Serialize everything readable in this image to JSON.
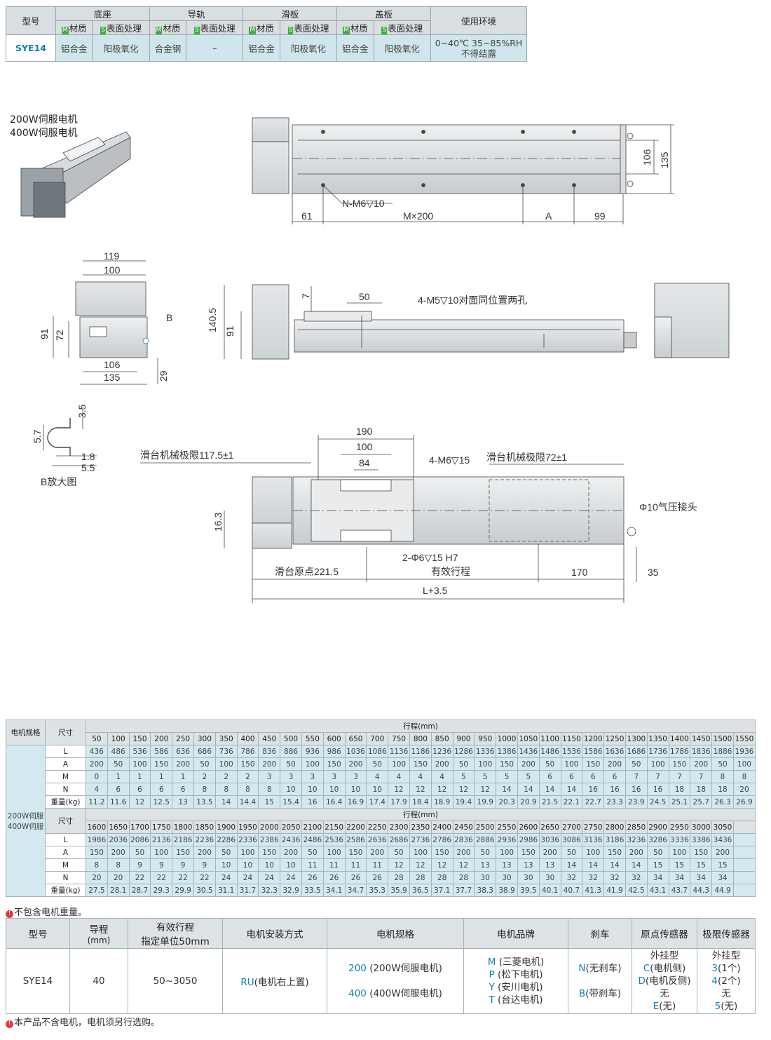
{
  "materials": {
    "headers": {
      "model": "型号",
      "base": "底座",
      "rail": "导轨",
      "slider": "滑板",
      "cover": "盖板",
      "env": "使用环境"
    },
    "sub": {
      "m_tag": "M",
      "m_label": "材质",
      "s_tag": "S",
      "s_label": "表面处理"
    },
    "row": {
      "model": "SYE14",
      "base_m": "铝合金",
      "base_s": "阳极氧化",
      "rail_m": "合金钢",
      "rail_s": "–",
      "slider_m": "铝合金",
      "slider_s": "阳极氧化",
      "cover_m": "铝合金",
      "cover_s": "阳极氧化",
      "env1": "0~40℃ 35~85%RH",
      "env2": "不得结露"
    }
  },
  "drawing": {
    "motor_label_1": "200W伺服电机",
    "motor_label_2": "400W伺服电机",
    "top": {
      "hole_label": "N-M6",
      "hole_depth": "10",
      "d61": "61",
      "dm": "M×200",
      "da": "A",
      "d99": "99",
      "d106": "106",
      "d135": "135"
    },
    "side": {
      "d119": "119",
      "d100": "100",
      "d91": "91",
      "d72": "72",
      "b": "B",
      "d106": "106",
      "d135": "135",
      "d29": "29",
      "d140": "140.5",
      "d91b": "91",
      "d7": "7",
      "d50": "50",
      "hole_note": "4-M5",
      "hole_note_depth": "10对面同位置两孔"
    },
    "detail": {
      "d35": "3.5",
      "d57": "5.7",
      "d18": "1.8",
      "d55": "5.5",
      "caption": "B放大图"
    },
    "bottom": {
      "d190": "190",
      "d100": "100",
      "d84": "84",
      "m6": "4-M6",
      "m6d": "15",
      "limit_left": "滑台机械极限117.5±1",
      "limit_right": "滑台机械极限72±1",
      "phi10": "Φ10气压接头",
      "d163": "16.3",
      "pin": "2-Φ6",
      "pin_d": "15 H7",
      "origin": "滑台原点221.5",
      "stroke": "有效行程",
      "d170": "170",
      "d35": "35",
      "total": "L+3.5"
    }
  },
  "spec_table": {
    "col_motor": "电机规格",
    "col_dim": "尺寸",
    "stroke_header": "行程(mm)",
    "motor_side": "200W伺服\n400W伺服",
    "blocks": [
      {
        "strokes": [
          "50",
          "100",
          "150",
          "200",
          "250",
          "300",
          "350",
          "400",
          "450",
          "500",
          "550",
          "600",
          "650",
          "700",
          "750",
          "800",
          "850",
          "900",
          "950",
          "1000",
          "1050",
          "1100",
          "1150",
          "1200",
          "1250",
          "1300",
          "1350",
          "1400",
          "1450",
          "1500",
          "1550"
        ],
        "rows": [
          {
            "label": "L",
            "values": [
              "436",
              "486",
              "536",
              "586",
              "636",
              "686",
              "736",
              "786",
              "836",
              "886",
              "936",
              "986",
              "1036",
              "1086",
              "1136",
              "1186",
              "1236",
              "1286",
              "1336",
              "1386",
              "1436",
              "1486",
              "1536",
              "1586",
              "1636",
              "1686",
              "1736",
              "1786",
              "1836",
              "1886",
              "1936"
            ]
          },
          {
            "label": "A",
            "values": [
              "200",
              "50",
              "100",
              "150",
              "200",
              "50",
              "100",
              "150",
              "200",
              "50",
              "100",
              "150",
              "200",
              "50",
              "100",
              "150",
              "200",
              "50",
              "100",
              "150",
              "200",
              "50",
              "100",
              "150",
              "200",
              "50",
              "100",
              "150",
              "200",
              "50",
              "100"
            ]
          },
          {
            "label": "M",
            "values": [
              "0",
              "1",
              "1",
              "1",
              "1",
              "2",
              "2",
              "2",
              "3",
              "3",
              "3",
              "3",
              "3",
              "4",
              "4",
              "4",
              "4",
              "5",
              "5",
              "5",
              "5",
              "6",
              "6",
              "6",
              "6",
              "7",
              "7",
              "7",
              "7",
              "8",
              "8"
            ]
          },
          {
            "label": "N",
            "values": [
              "4",
              "6",
              "6",
              "6",
              "6",
              "8",
              "8",
              "8",
              "8",
              "10",
              "10",
              "10",
              "10",
              "10",
              "12",
              "12",
              "12",
              "12",
              "12",
              "14",
              "14",
              "14",
              "14",
              "16",
              "16",
              "16",
              "16",
              "18",
              "18",
              "18",
              "20",
              "20"
            ]
          },
          {
            "label": "重量(kg)",
            "values": [
              "11.2",
              "11.6",
              "12",
              "12.5",
              "13",
              "13.5",
              "14",
              "14.4",
              "15",
              "15.4",
              "16",
              "16.4",
              "16.9",
              "17.4",
              "17.9",
              "18.4",
              "18.9",
              "19.4",
              "19.9",
              "20.3",
              "20.9",
              "21.5",
              "22.1",
              "22.7",
              "23.3",
              "23.9",
              "24.5",
              "25.1",
              "25.7",
              "26.3",
              "26.9"
            ]
          }
        ]
      },
      {
        "strokes": [
          "1600",
          "1650",
          "1700",
          "1750",
          "1800",
          "1850",
          "1900",
          "1950",
          "2000",
          "2050",
          "2100",
          "2150",
          "2200",
          "2250",
          "2300",
          "2350",
          "2400",
          "2450",
          "2500",
          "2550",
          "2600",
          "2650",
          "2700",
          "2750",
          "2800",
          "2850",
          "2900",
          "2950",
          "3000",
          "3050"
        ],
        "rows": [
          {
            "label": "L",
            "values": [
              "1986",
              "2036",
              "2086",
              "2136",
              "2186",
              "2236",
              "2286",
              "2336",
              "2386",
              "2436",
              "2486",
              "2536",
              "2586",
              "2636",
              "2686",
              "2736",
              "2786",
              "2836",
              "2886",
              "2936",
              "2986",
              "3036",
              "3086",
              "3136",
              "3186",
              "3236",
              "3286",
              "3336",
              "3386",
              "3436"
            ]
          },
          {
            "label": "A",
            "values": [
              "150",
              "200",
              "50",
              "100",
              "150",
              "200",
              "50",
              "100",
              "150",
              "200",
              "50",
              "100",
              "150",
              "200",
              "50",
              "100",
              "150",
              "200",
              "50",
              "100",
              "150",
              "200",
              "50",
              "100",
              "150",
              "200",
              "50",
              "100",
              "150",
              "200"
            ]
          },
          {
            "label": "M",
            "values": [
              "8",
              "8",
              "9",
              "9",
              "9",
              "9",
              "10",
              "10",
              "10",
              "10",
              "11",
              "11",
              "11",
              "11",
              "12",
              "12",
              "12",
              "12",
              "13",
              "13",
              "13",
              "13",
              "14",
              "14",
              "14",
              "14",
              "15",
              "15",
              "15",
              "15"
            ]
          },
          {
            "label": "N",
            "values": [
              "20",
              "20",
              "22",
              "22",
              "22",
              "22",
              "24",
              "24",
              "24",
              "24",
              "26",
              "26",
              "26",
              "26",
              "28",
              "28",
              "28",
              "28",
              "30",
              "30",
              "30",
              "30",
              "32",
              "32",
              "32",
              "32",
              "34",
              "34",
              "34",
              "34"
            ]
          },
          {
            "label": "重量(kg)",
            "values": [
              "27.5",
              "28.1",
              "28.7",
              "29.3",
              "29.9",
              "30.5",
              "31.1",
              "31.7",
              "32.3",
              "32.9",
              "33.5",
              "34.1",
              "34.7",
              "35.3",
              "35.9",
              "36.5",
              "37.1",
              "37.7",
              "38.3",
              "38.9",
              "39.5",
              "40.1",
              "40.7",
              "41.3",
              "41.9",
              "42.5",
              "43.1",
              "43.7",
              "44.3",
              "44.9"
            ]
          }
        ]
      }
    ],
    "note": "不包含电机重量。"
  },
  "selection": {
    "headers": [
      "型号",
      "导程",
      "有效行程",
      "电机安装方式",
      "电机规格",
      "电机品牌",
      "刹车",
      "原点传感器",
      "极限传感器"
    ],
    "sub_headers": {
      "lead": "(mm)",
      "stroke": "指定单位50mm"
    },
    "model": "SYE14",
    "lead": "40",
    "stroke": "50~3050",
    "mount_code": "RU",
    "mount_text": "(电机右上置)",
    "motor": [
      {
        "code": "200",
        "text": " (200W伺服电机)"
      },
      {
        "code": "400",
        "text": " (400W伺服电机)"
      }
    ],
    "brand": [
      {
        "code": "M",
        "text": " (三菱电机)"
      },
      {
        "code": "P",
        "text": " (松下电机)"
      },
      {
        "code": "Y",
        "text": " (安川电机)"
      },
      {
        "code": "T",
        "text": " (台达电机)"
      }
    ],
    "brake": [
      {
        "code": "N",
        "text": "(无刹车)"
      },
      {
        "code": "B",
        "text": "(带刹车)"
      }
    ],
    "origin": {
      "title": "外挂型",
      "items": [
        {
          "code": "C",
          "text": "(电机侧)"
        },
        {
          "code": "D",
          "text": "(电机反侧)"
        }
      ],
      "none": "无",
      "e_code": "E",
      "e_text": "(无)"
    },
    "limit": {
      "title": "外挂型",
      "items": [
        {
          "code": "3",
          "text": "(1个)"
        },
        {
          "code": "4",
          "text": "(2个)"
        }
      ],
      "none": "无",
      "e_code": "5",
      "e_text": "(无)"
    },
    "note": "本产品不含电机，电机须另行选购。"
  }
}
